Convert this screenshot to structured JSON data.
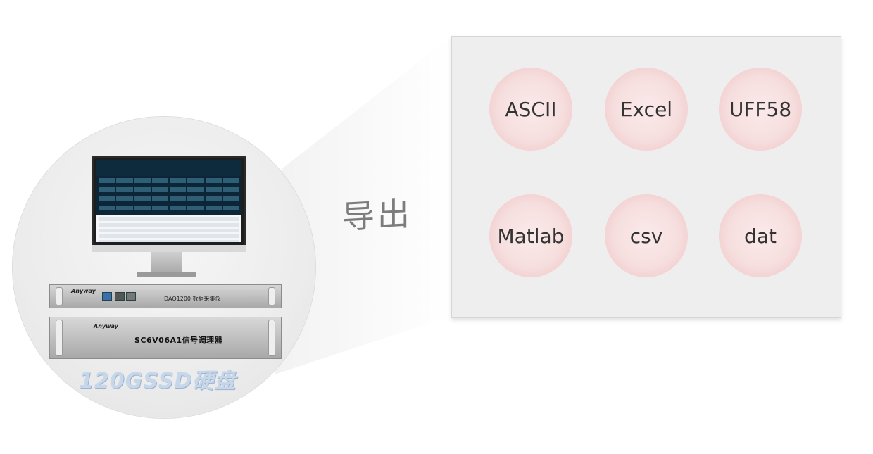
{
  "title": "导出",
  "device": {
    "brand": "Anyway",
    "unit1_label": "DAQ1200 数据采集仪",
    "unit2_label": "SC6V06A1信号调理器",
    "storage_label": "120GSSD硬盘"
  },
  "formats": [
    {
      "label": "ASCII"
    },
    {
      "label": "Excel"
    },
    {
      "label": "UFF58"
    },
    {
      "label": "Matlab"
    },
    {
      "label": "csv"
    },
    {
      "label": "dat"
    }
  ],
  "colors": {
    "panel_bg": "#eeeeee",
    "format_circle": "#f6dede",
    "title_text": "#7c7c7c",
    "storage_text": "#c7d7ea"
  }
}
